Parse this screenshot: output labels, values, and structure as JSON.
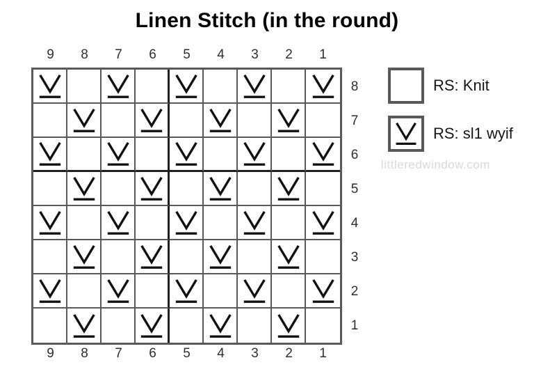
{
  "title": "Linen Stitch (in the round)",
  "colors": {
    "background": "#ffffff",
    "grid_line": "#59595b",
    "repeat_line": "#1f1f1f",
    "symbol": "#111111",
    "number_text": "#2e2e2e",
    "watermark_text": "#d9d9d9"
  },
  "chart": {
    "columns_top": [
      "9",
      "8",
      "7",
      "6",
      "5",
      "4",
      "3",
      "2",
      "1"
    ],
    "columns_bottom": [
      "9",
      "8",
      "7",
      "6",
      "5",
      "4",
      "3",
      "2",
      "1"
    ],
    "rows_right": [
      "8",
      "7",
      "6",
      "5",
      "4",
      "3",
      "2",
      "1"
    ],
    "repeat_lines": {
      "vertical_after_column": "6",
      "horizontal_after_row": "6"
    },
    "rows": [
      {
        "row_label": "8",
        "cells": [
          "sl1",
          "knit",
          "sl1",
          "knit",
          "sl1",
          "knit",
          "sl1",
          "knit",
          "sl1"
        ]
      },
      {
        "row_label": "7",
        "cells": [
          "knit",
          "sl1",
          "knit",
          "sl1",
          "knit",
          "sl1",
          "knit",
          "sl1",
          "knit"
        ]
      },
      {
        "row_label": "6",
        "cells": [
          "sl1",
          "knit",
          "sl1",
          "knit",
          "sl1",
          "knit",
          "sl1",
          "knit",
          "sl1"
        ]
      },
      {
        "row_label": "5",
        "cells": [
          "knit",
          "sl1",
          "knit",
          "sl1",
          "knit",
          "sl1",
          "knit",
          "sl1",
          "knit"
        ]
      },
      {
        "row_label": "4",
        "cells": [
          "sl1",
          "knit",
          "sl1",
          "knit",
          "sl1",
          "knit",
          "sl1",
          "knit",
          "sl1"
        ]
      },
      {
        "row_label": "3",
        "cells": [
          "knit",
          "sl1",
          "knit",
          "sl1",
          "knit",
          "sl1",
          "knit",
          "sl1",
          "knit"
        ]
      },
      {
        "row_label": "2",
        "cells": [
          "sl1",
          "knit",
          "sl1",
          "knit",
          "sl1",
          "knit",
          "sl1",
          "knit",
          "sl1"
        ]
      },
      {
        "row_label": "1",
        "cells": [
          "knit",
          "sl1",
          "knit",
          "sl1",
          "knit",
          "sl1",
          "knit",
          "sl1",
          "knit"
        ]
      }
    ]
  },
  "legend": {
    "items": [
      {
        "symbol": "knit",
        "label": "RS: Knit"
      },
      {
        "symbol": "sl1",
        "label": "RS: sl1 wyif"
      }
    ]
  },
  "watermark": "littleredwindow.com"
}
